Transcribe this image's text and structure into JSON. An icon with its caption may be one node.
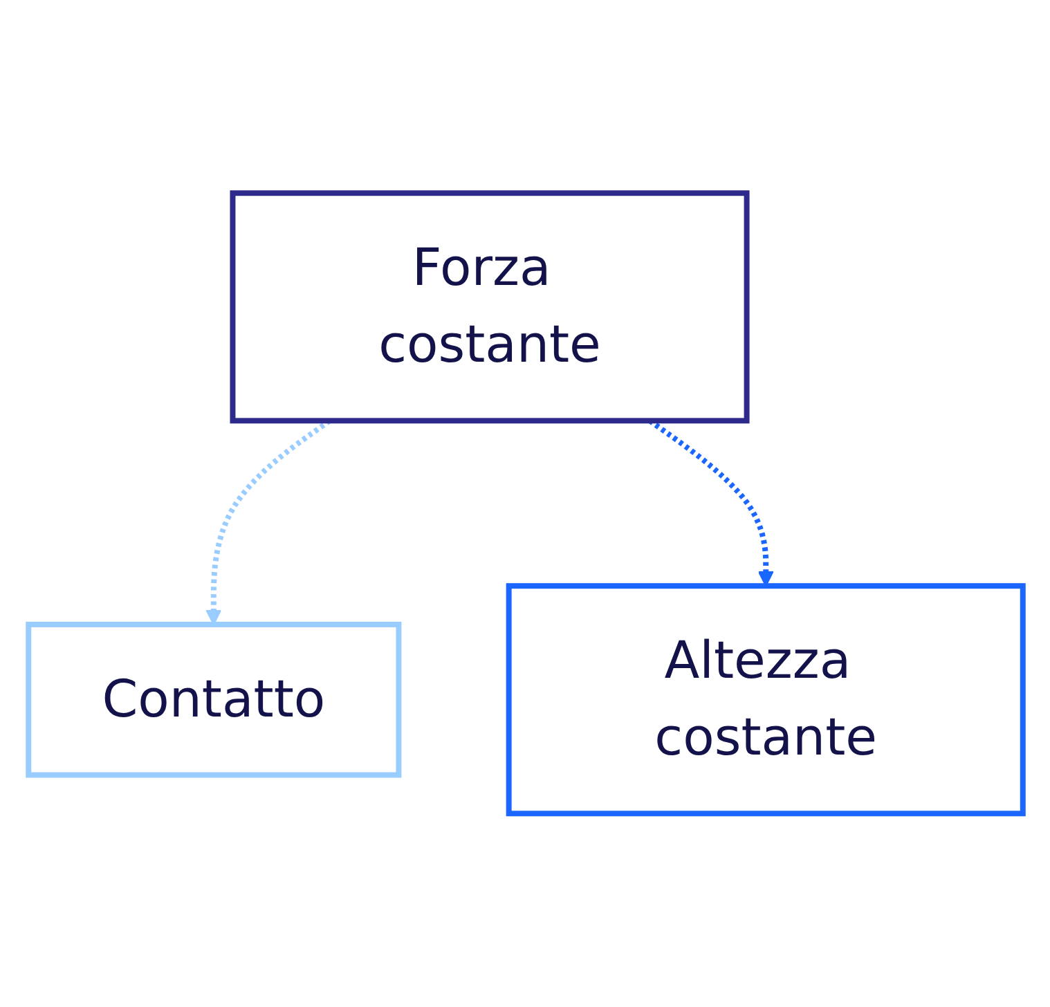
{
  "diagram": {
    "nodes": [
      {
        "text": [
          "Contatto"
        ]
      },
      {
        "text": [
          "Forza costante"
        ]
      },
      {
        "text": [
          "Altezza costante"
        ]
      }
    ],
    "edges": [
      {
        "from": 1,
        "to": 0,
        "arrow": "to",
        "style": "dashed",
        "color": "#99ccff"
      },
      {
        "from": 1,
        "to": 2,
        "arrow": "to",
        "style": "dashed",
        "color": "#1a66ff"
      }
    ]
  }
}
